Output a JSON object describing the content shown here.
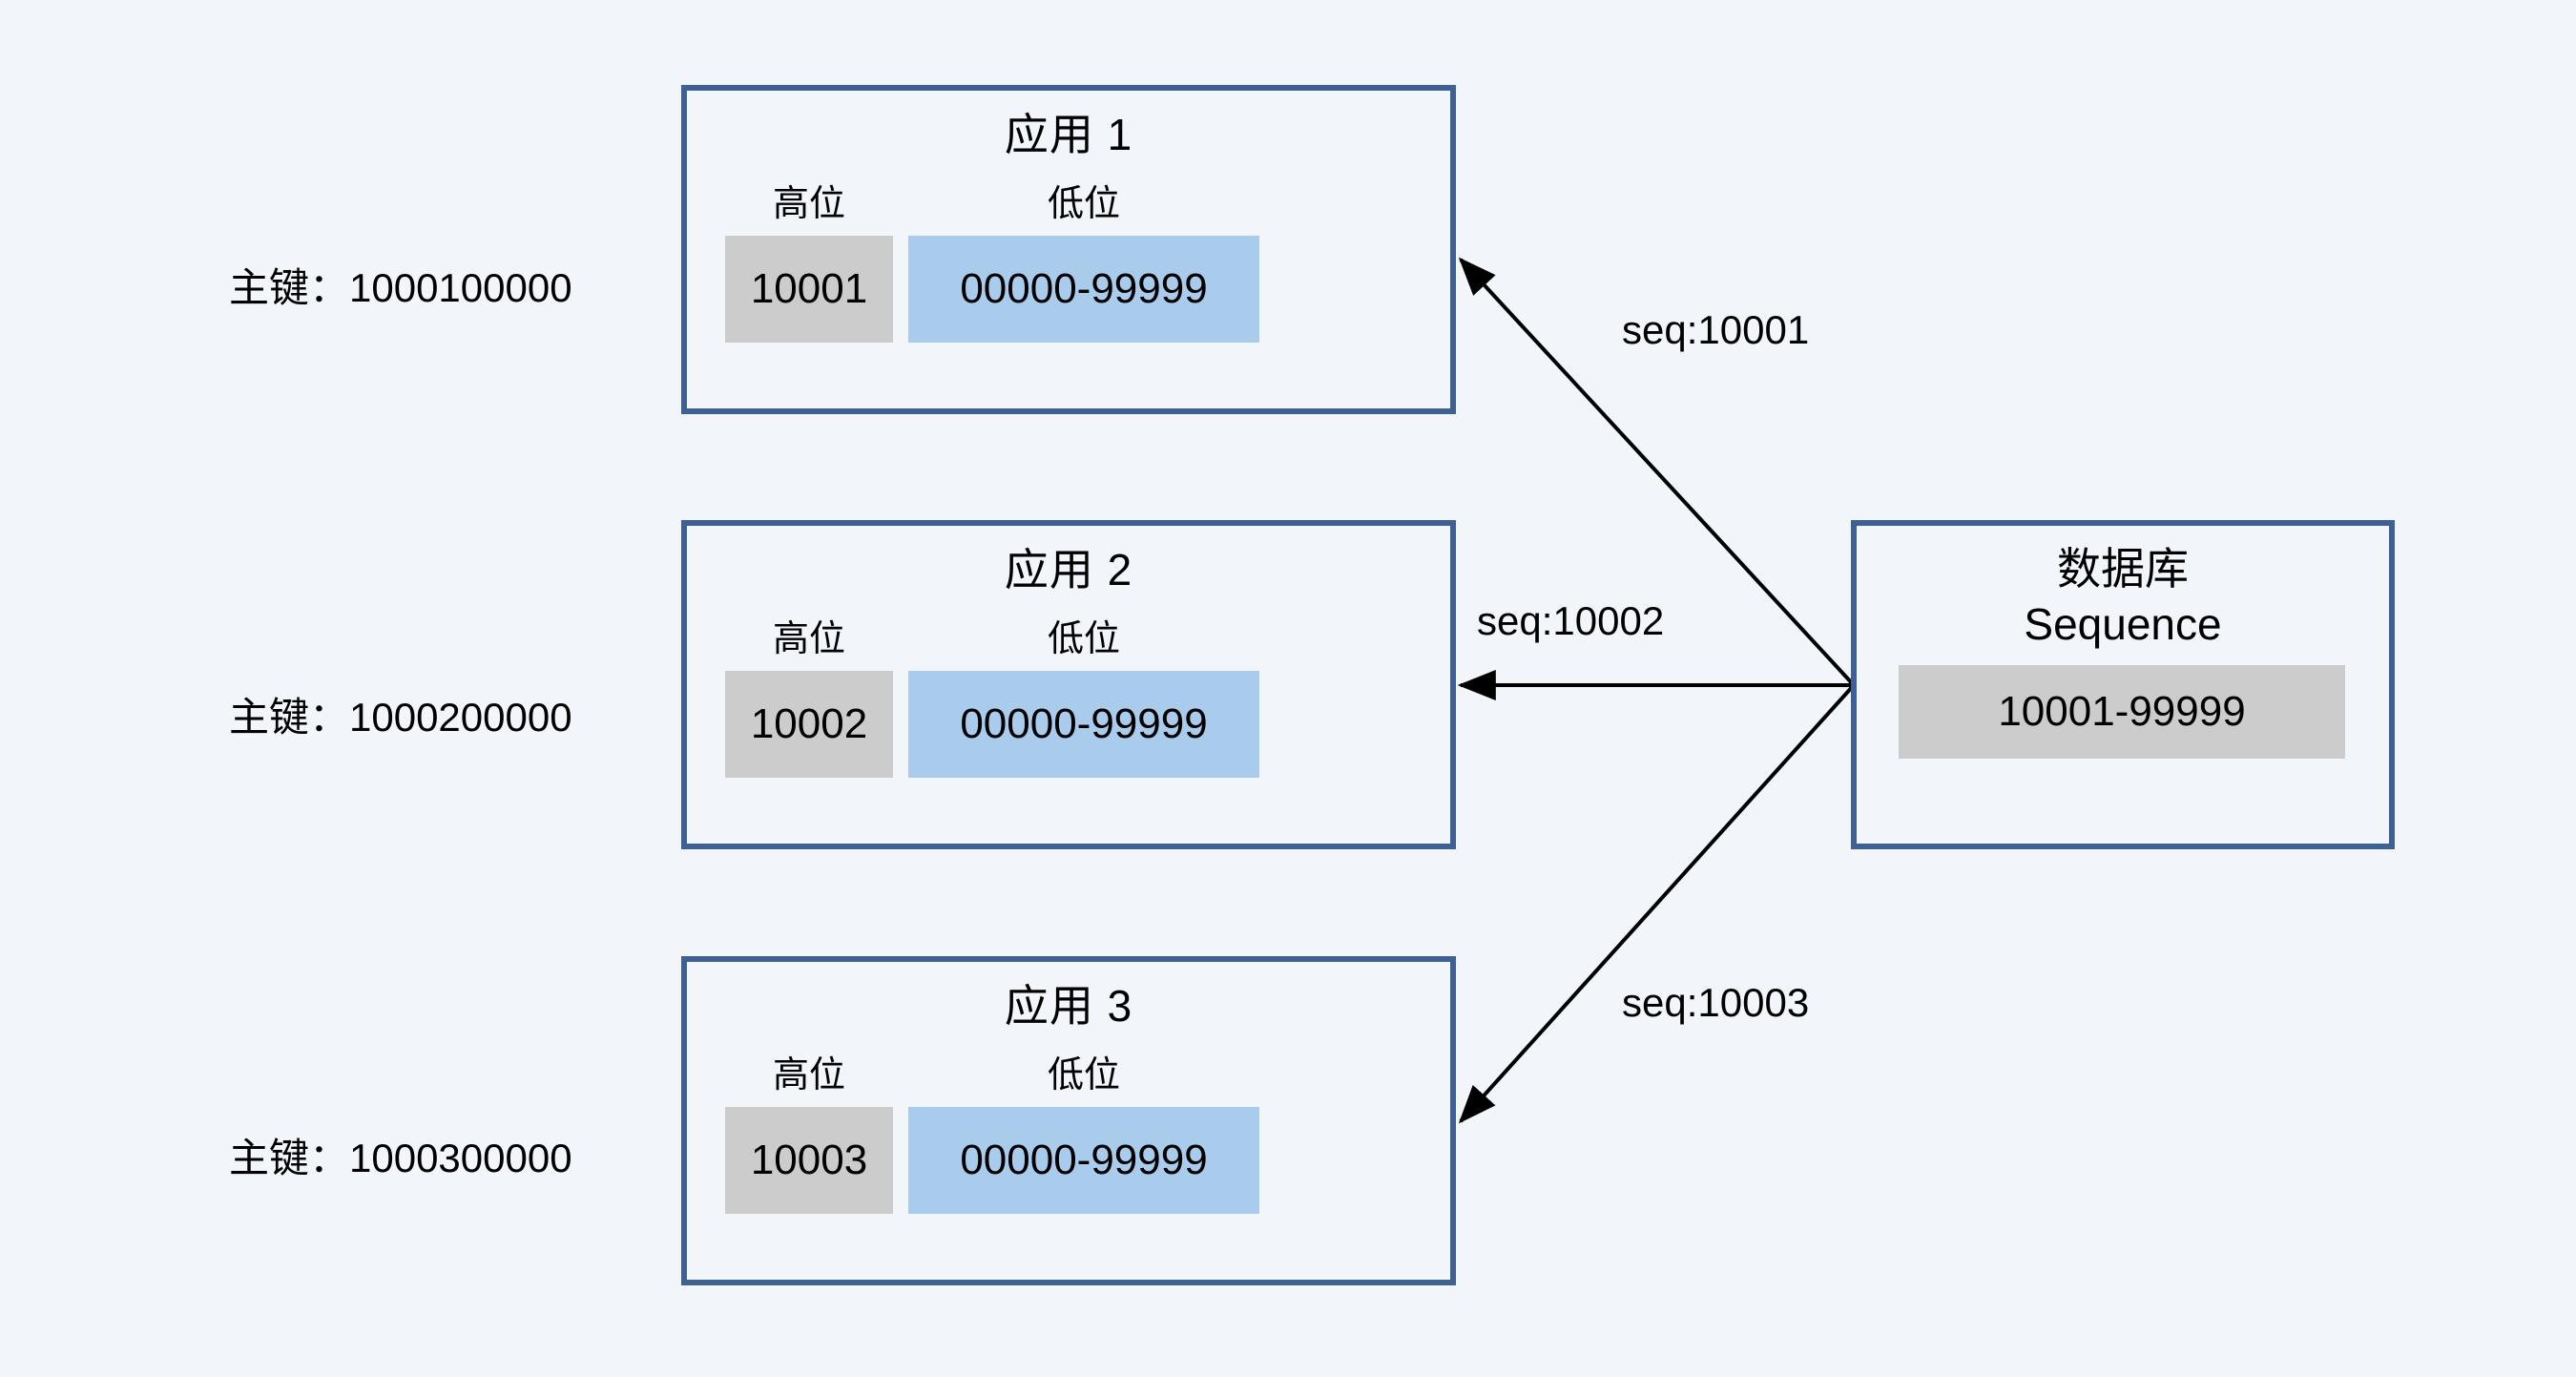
{
  "diagram": {
    "background_color": "#f2f6fb",
    "node_border_color": "#3d6192",
    "high_cell_color": "#cccccc",
    "low_cell_color": "#a9cbec",
    "edge_color": "#000000"
  },
  "apps": [
    {
      "title": "应用 1",
      "primary_key_label": "主键：1000100000",
      "high_caption": "高位",
      "low_caption": "低位",
      "high_value": "10001",
      "low_value": "00000-99999"
    },
    {
      "title": "应用 2",
      "primary_key_label": "主键：1000200000",
      "high_caption": "高位",
      "low_caption": "低位",
      "high_value": "10002",
      "low_value": "00000-99999"
    },
    {
      "title": "应用 3",
      "primary_key_label": "主键：1000300000",
      "high_caption": "高位",
      "low_caption": "低位",
      "high_value": "10003",
      "low_value": "00000-99999"
    }
  ],
  "database": {
    "title": "数据库",
    "subtitle": "Sequence",
    "range_value": "10001-99999"
  },
  "edges": [
    {
      "label": "seq:10001"
    },
    {
      "label": "seq:10002"
    },
    {
      "label": "seq:10003"
    }
  ]
}
